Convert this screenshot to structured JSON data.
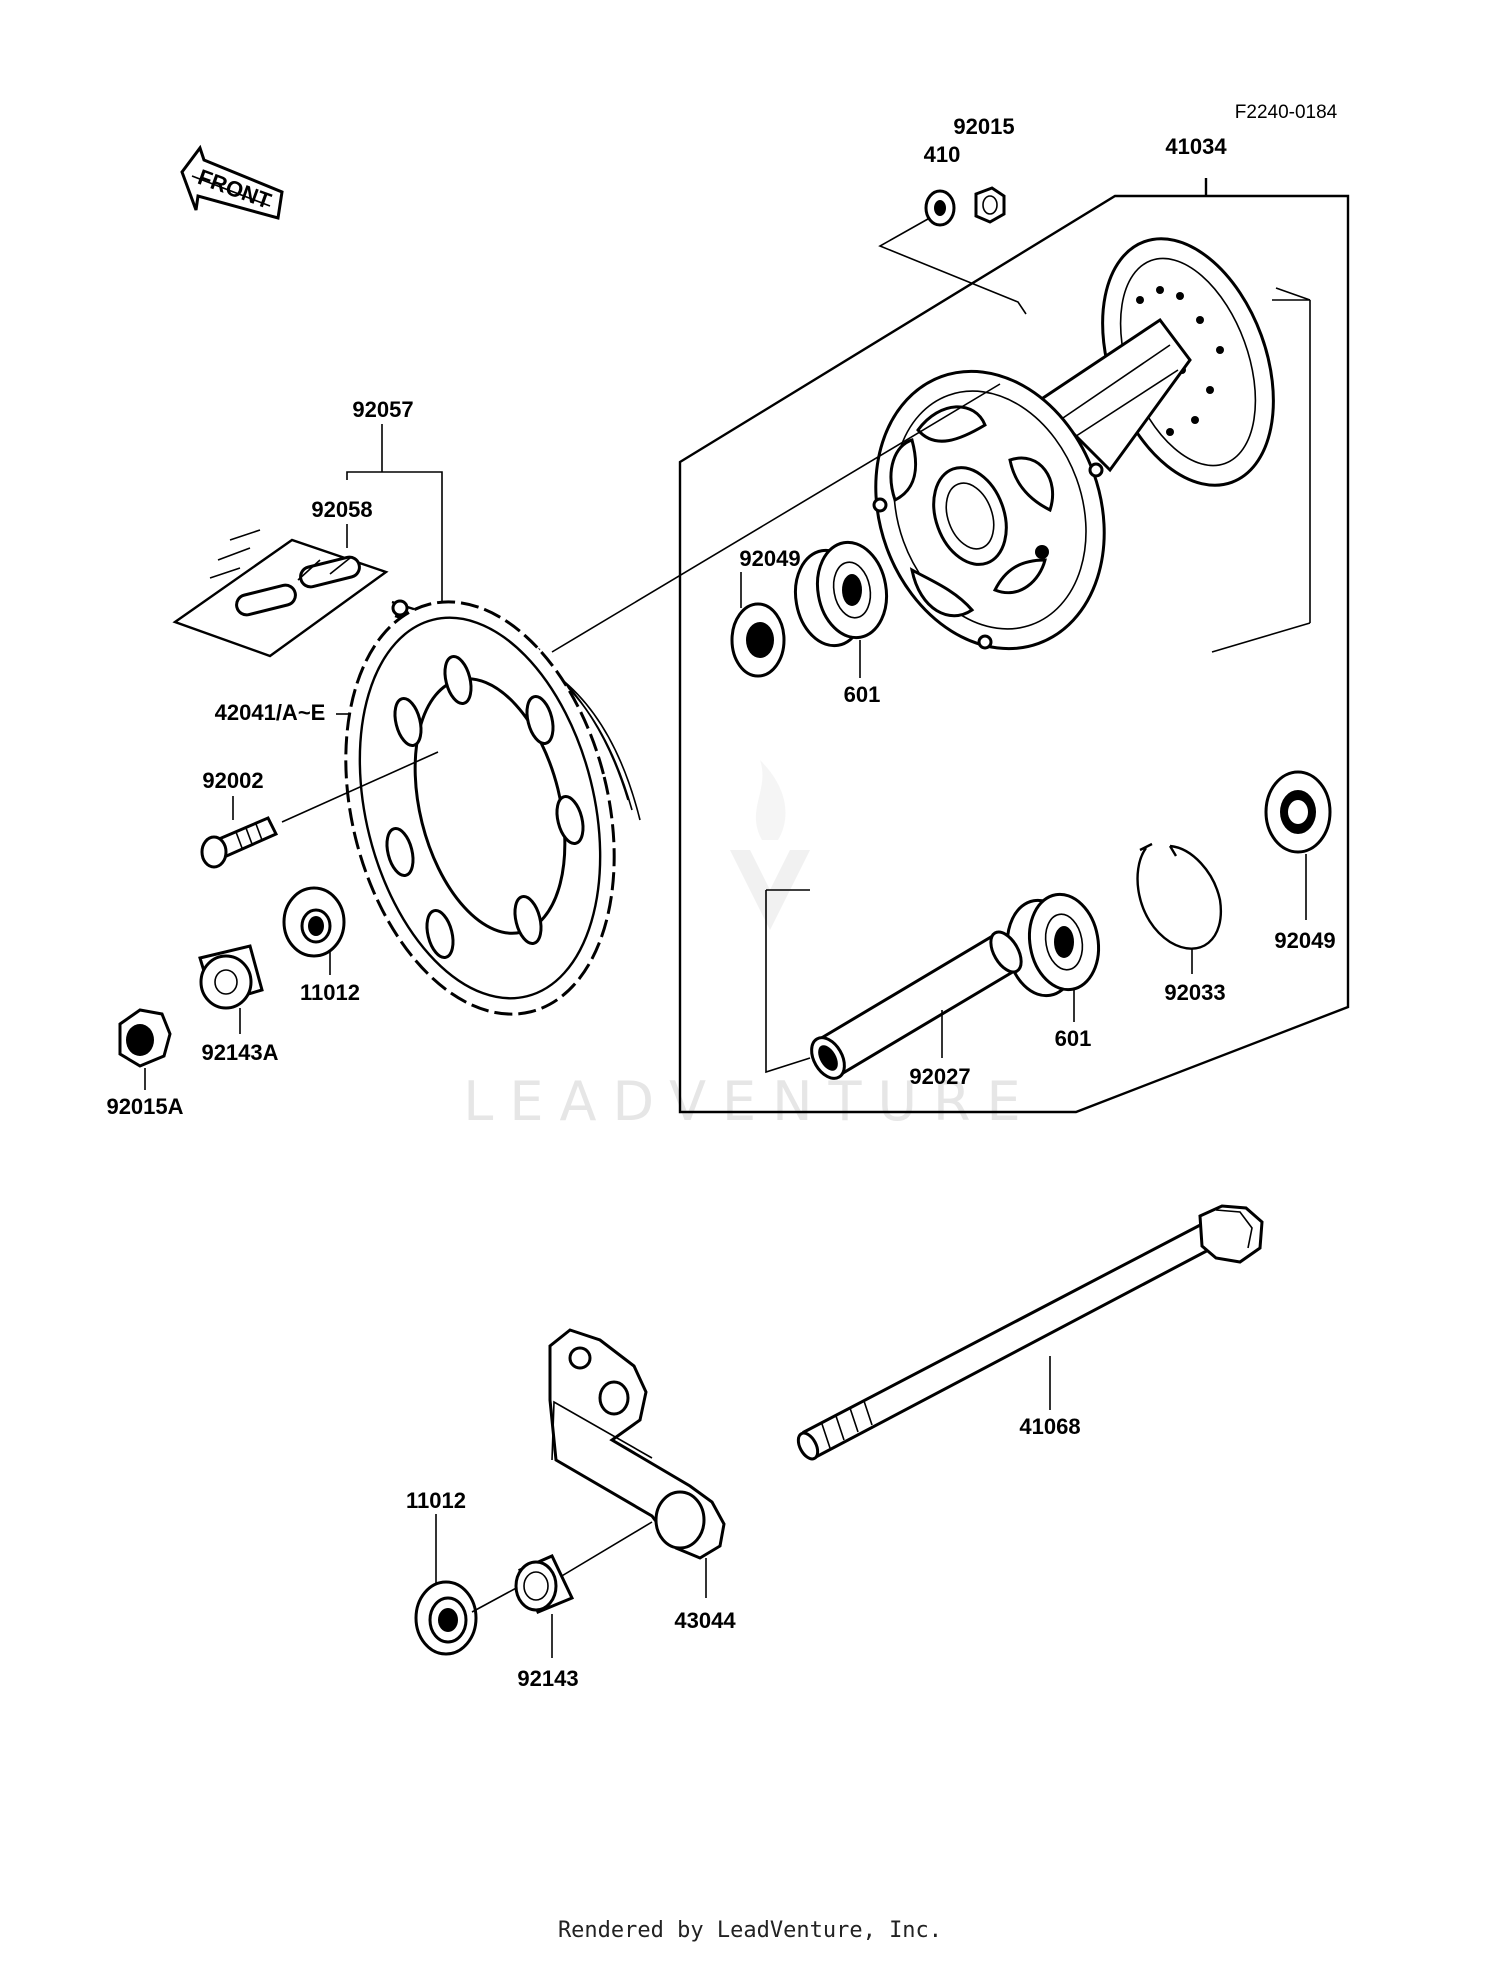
{
  "figure_id": "F2240-0184",
  "front_label": "FRONT",
  "watermark": "LEADVENTURE",
  "footer": "Rendered by LeadVenture, Inc.",
  "labels": {
    "p92015": "92015",
    "p410": "410",
    "p41034": "41034",
    "p92057": "92057",
    "p92058": "92058",
    "p92049a": "92049",
    "p601a": "601",
    "p42041": "42041/A~E",
    "p92002": "92002",
    "p11012a": "11012",
    "p92143A": "92143A",
    "p92015A": "92015A",
    "p92049b": "92049",
    "p92033": "92033",
    "p601b": "601",
    "p92027": "92027",
    "p41068": "41068",
    "p11012b": "11012",
    "p43044": "43044",
    "p92143": "92143"
  }
}
